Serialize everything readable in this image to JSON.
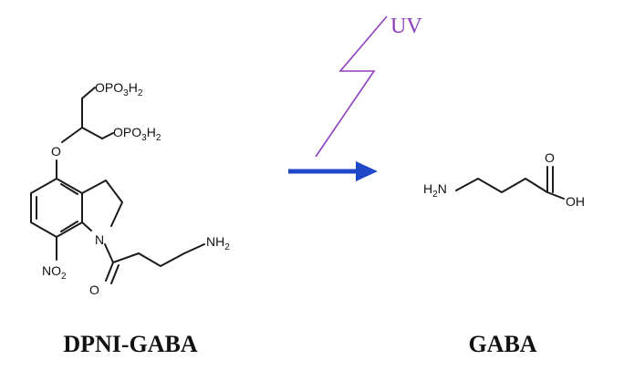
{
  "reaction": {
    "condition_label": "UV",
    "colors": {
      "uv": "#8e3fbf",
      "arrow": "#1f47c8",
      "ink": "#111111"
    }
  },
  "reactant": {
    "name": "DPNI-GABA",
    "atoms": {
      "phosphate_top": {
        "main": "OPO",
        "sub": "3",
        "tail": "H",
        "sub2": "2"
      },
      "phosphate_bottom": {
        "main": "OPO",
        "sub": "3",
        "tail": "H",
        "sub2": "2"
      },
      "ether_o": "O",
      "ring_n": "N",
      "nitro": {
        "main": "NO",
        "sub": "2"
      },
      "carbonyl_o": "O",
      "amine": {
        "main": "NH",
        "sub": "2"
      }
    }
  },
  "product": {
    "name": "GABA",
    "atoms": {
      "amine": {
        "main": "H",
        "sub": "2",
        "tail": "N"
      },
      "carbonyl_o": "O",
      "hydroxyl": "OH"
    }
  }
}
